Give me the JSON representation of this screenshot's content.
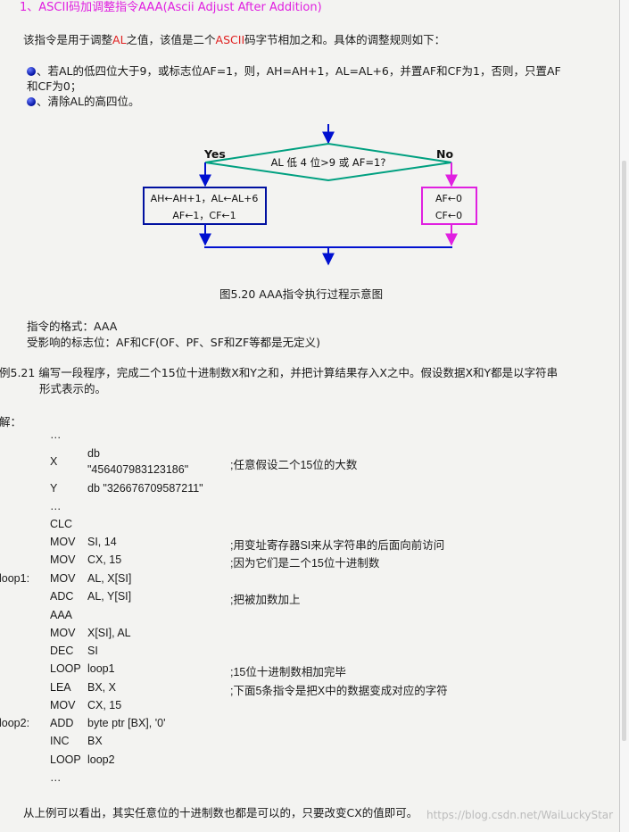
{
  "heading": "1、ASCII码加调整指令AAA(Ascii Adjust After Addition)",
  "intro": {
    "a": "该指令是用于调整",
    "b": "AL",
    "c": "之值，该值是二个",
    "d": "ASCII",
    "e": "码字节相加之和。具体的调整规则如下："
  },
  "rules": {
    "r1_line1": "、若AL的低四位大于9，或标志位AF=1，则，AH=AH+1，AL=AL+6，并置AF和CF为1，否则，只置AF",
    "r1_line2": "和CF为0；",
    "r2": "、清除AL的高四位。"
  },
  "figure": {
    "condition": "AL 低 4 位>9 或 AF=1?",
    "yes": "Yes",
    "no": "No",
    "left_l1": "AH←AH+1，AL←AL+6",
    "left_l2": "AF←1，CF←1",
    "right_l1": "AF←0",
    "right_l2": "CF←0",
    "caption": "图5.20 AAA指令执行过程示意图",
    "colors": {
      "diamond": "#00a080",
      "arrow": "#0010d0",
      "left_box": "#0010a0",
      "right_box": "#e020e0"
    }
  },
  "format_line": "指令的格式：AAA",
  "flags_line": "受影响的标志位：AF和CF(OF、PF、SF和ZF等都是无定义)",
  "example": {
    "line1": "例5.21 编写一段程序，完成二个15位十进制数X和Y之和，并把计算结果存入X之中。假设数据X和Y都是以字符串",
    "line2": "形式表示的。"
  },
  "solution_label": "解：",
  "code": [
    {
      "label": "",
      "op": "…",
      "args": "",
      "comment": ""
    },
    {
      "label": "",
      "op": "X",
      "args": "db\n\"456407983123186\"",
      "comment": ";任意假设二个15位的大数"
    },
    {
      "label": "",
      "op": "Y",
      "args": "db   \"326676709587211\"",
      "comment": ""
    },
    {
      "label": "",
      "op": "…",
      "args": "",
      "comment": ""
    },
    {
      "label": "",
      "op": "CLC",
      "args": "",
      "comment": ""
    },
    {
      "label": "",
      "op": "MOV",
      "args": "SI, 14",
      "comment": ";用变址寄存器SI来从字符串的后面向前访问"
    },
    {
      "label": "",
      "op": "MOV",
      "args": "CX, 15",
      "comment": ";因为它们是二个15位十进制数"
    },
    {
      "label": "loop1:",
      "op": "MOV",
      "args": "AL, X[SI]",
      "comment": ""
    },
    {
      "label": "",
      "op": "ADC",
      "args": "AL, Y[SI]",
      "comment": ";把被加数加上"
    },
    {
      "label": "",
      "op": "AAA",
      "args": "",
      "comment": ""
    },
    {
      "label": "",
      "op": "MOV",
      "args": "X[SI], AL",
      "comment": ""
    },
    {
      "label": "",
      "op": "DEC",
      "args": "SI",
      "comment": ""
    },
    {
      "label": "",
      "op": "LOOP",
      "args": "loop1",
      "comment": ";15位十进制数相加完毕"
    },
    {
      "label": "",
      "op": "LEA",
      "args": "BX, X",
      "comment": ";下面5条指令是把X中的数据变成对应的字符"
    },
    {
      "label": "",
      "op": "MOV",
      "args": "CX, 15",
      "comment": ""
    },
    {
      "label": "loop2:",
      "op": "ADD",
      "args": "byte ptr [BX], '0'",
      "comment": ""
    },
    {
      "label": "",
      "op": "INC",
      "args": "BX",
      "comment": ""
    },
    {
      "label": "",
      "op": "LOOP",
      "args": "loop2",
      "comment": ""
    },
    {
      "label": "",
      "op": "…",
      "args": "",
      "comment": ""
    }
  ],
  "conclusion": "从上例可以看出，其实任意位的十进制数也都是可以的，只要改变CX的值即可。",
  "watermark": "https://blog.csdn.net/WaiLuckyStar"
}
